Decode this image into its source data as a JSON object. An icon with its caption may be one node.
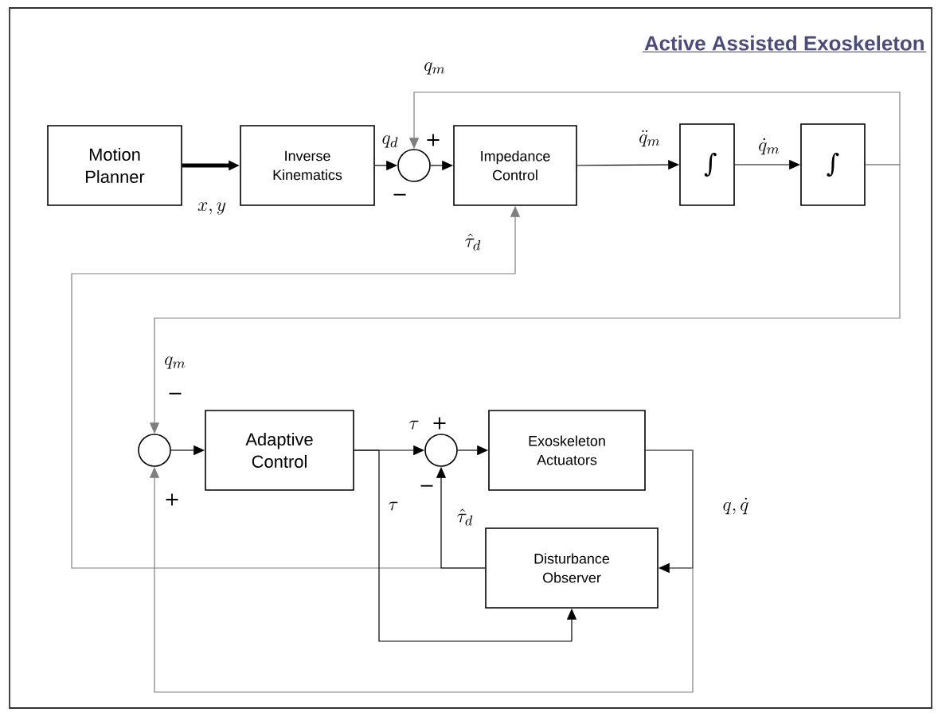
{
  "diagram": {
    "title": "Active Assisted Exoskeleton",
    "nodes": [
      {
        "text": [
          "Motion Planner"
        ]
      },
      {
        "text": [
          "Inverse Kinematics"
        ]
      },
      {
        "text": [],
        "shape": "circle"
      },
      {
        "text": [
          "Impedance Control"
        ]
      },
      {
        "text": [
          "∫"
        ]
      },
      {
        "text": [
          "∫"
        ]
      },
      {
        "text": [],
        "shape": "circle"
      },
      {
        "text": [
          "Adaptive Control"
        ]
      },
      {
        "text": [],
        "shape": "circle"
      },
      {
        "text": [
          "Exoskeleton Actuators"
        ]
      },
      {
        "text": [
          "Disturbance Observer"
        ]
      }
    ],
    "edges": [
      {
        "from": 0,
        "to": 1,
        "arrow": "to",
        "label": "x, y",
        "style": "thick"
      },
      {
        "from": 1,
        "to": 2,
        "arrow": "to",
        "label": "q_d"
      },
      {
        "from": 2,
        "to": 3,
        "arrow": "to"
      },
      {
        "from": 3,
        "to": 4,
        "arrow": "to",
        "label": "\\ddot{q}_m"
      },
      {
        "from": 4,
        "to": 5,
        "arrow": "to",
        "label": "\\dot{q}_m"
      },
      {
        "from": 5,
        "to": 2,
        "arrow": "to",
        "label": "q_m",
        "color": "#7f7f7f"
      },
      {
        "from": 5,
        "to": 6,
        "arrow": "to",
        "label": "q_m",
        "color": "#7f7f7f"
      },
      {
        "from": 10,
        "to": 3,
        "arrow": "to",
        "label": "\\hat{\\tau}_d",
        "color": "#7f7f7f"
      },
      {
        "from": 6,
        "to": 7,
        "arrow": "to"
      },
      {
        "from": 7,
        "to": 8,
        "arrow": "to",
        "label": "\\tau"
      },
      {
        "from": 7,
        "to": 10,
        "arrow": "to",
        "label": "\\tau"
      },
      {
        "from": 8,
        "to": 9,
        "arrow": "to"
      },
      {
        "from": 9,
        "to": 10,
        "arrow": "to",
        "label": "q, \\dot{q}"
      },
      {
        "from": 9,
        "to": 6,
        "arrow": "to",
        "color": "#7f7f7f"
      },
      {
        "from": 10,
        "to": 8,
        "arrow": "to",
        "label": "\\hat{\\tau}_d"
      }
    ],
    "labels": [
      "+",
      "−",
      "−",
      "+",
      "−",
      "+"
    ]
  }
}
